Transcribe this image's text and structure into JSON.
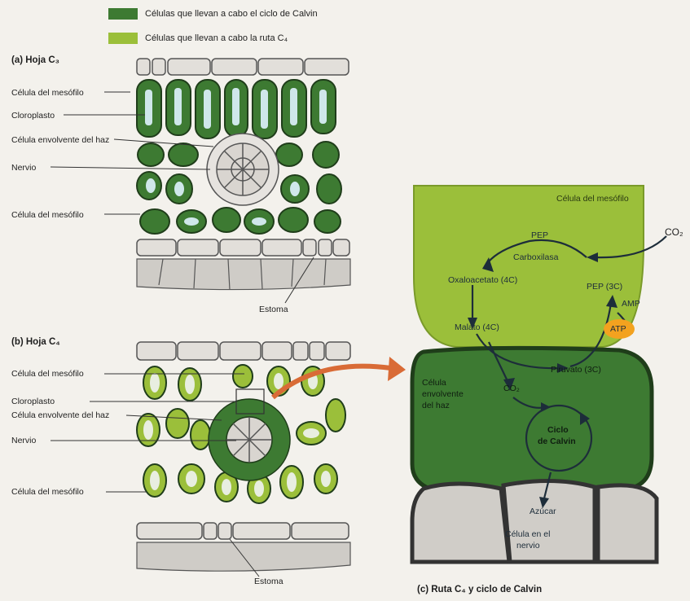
{
  "legend": {
    "calvin": {
      "text": "Células que llevan a cabo el ciclo de Calvin",
      "color": "#3d7a32"
    },
    "c4": {
      "text": "Células que llevan a cabo la ruta C₄",
      "color": "#9bbf3a"
    }
  },
  "panel_a": {
    "title": "(a) Hoja C₃",
    "labels": [
      "Célula del mesófilo",
      "Cloroplasto",
      "Célula envolvente del haz",
      "Nervio",
      "Célula del mesófilo"
    ],
    "stoma": "Estoma"
  },
  "panel_b": {
    "title": "(b) Hoja C₄",
    "labels": [
      "Célula del mesófilo",
      "Cloroplasto",
      "Célula envolvente del haz",
      "Nervio",
      "Célula del mesófilo"
    ],
    "stoma": "Estoma"
  },
  "panel_c": {
    "title": "(c) Ruta C₄ y ciclo de Calvin",
    "mesophyll": "Célula del mesófilo",
    "co2_in": "CO₂",
    "pep": "PEP",
    "carboxylase": "Carboxilasa",
    "oxaloacetate": "Oxaloacetato (4C)",
    "pep3c": "PEP (3C)",
    "amp": "AMP",
    "atp": "ATP",
    "malate": "Malato (4C)",
    "pyruvate": "Piruvato (3C)",
    "sheath": [
      "Célula",
      "envolvente",
      "del haz"
    ],
    "co2_sheath": "CO₂",
    "calvin": [
      "Ciclo",
      "de Calvin"
    ],
    "sugar": "Azúcar",
    "vein": [
      "Célula en el",
      "nervio"
    ]
  },
  "colors": {
    "dark_green": "#3d7a32",
    "light_green": "#9bbf3a",
    "orange_arrow": "#d96b36",
    "atp_orange": "#f3a21f",
    "vein_gray": "#d0cdc8"
  }
}
